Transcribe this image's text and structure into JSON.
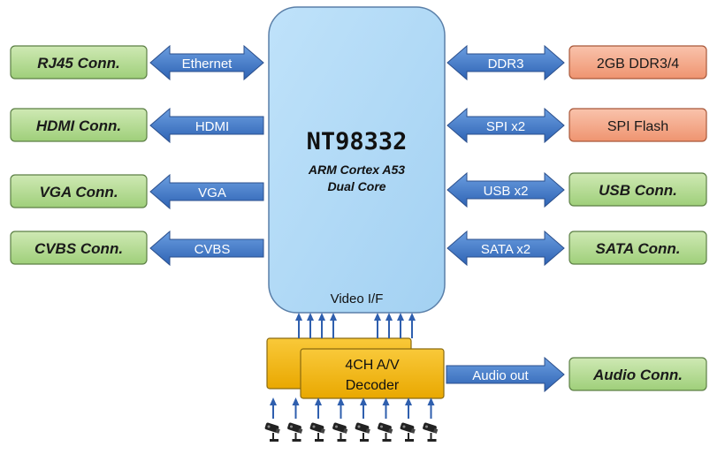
{
  "soc": {
    "name": "NT98332",
    "line1": "ARM Cortex A53",
    "line2": "Dual Core",
    "video_if": "Video I/F"
  },
  "left_connectors": [
    {
      "label": "RJ45 Conn.",
      "signal": "Ethernet",
      "direction": "bidirectional"
    },
    {
      "label": "HDMI Conn.",
      "signal": "HDMI",
      "direction": "left"
    },
    {
      "label": "VGA Conn.",
      "signal": "VGA",
      "direction": "left"
    },
    {
      "label": "CVBS Conn.",
      "signal": "CVBS",
      "direction": "left"
    }
  ],
  "right_blocks": [
    {
      "label": "2GB DDR3/4",
      "signal": "DDR3",
      "kind": "memory"
    },
    {
      "label": "SPI Flash",
      "signal": "SPI x2",
      "kind": "memory"
    },
    {
      "label": "USB Conn.",
      "signal": "USB x2",
      "kind": "connector"
    },
    {
      "label": "SATA Conn.",
      "signal": "SATA x2",
      "kind": "connector"
    }
  ],
  "decoder": {
    "line1": "4CH A/V",
    "line2": "Decoder",
    "audio_signal": "Audio out",
    "audio_target": "Audio Conn.",
    "camera_inputs": 8
  },
  "colors": {
    "soc_fill": "#aed8f5",
    "connector_fill": "#b6dc95",
    "memory_fill": "#f4a98c",
    "arrow_fill": "#3f78c8",
    "decoder_fill": "#f3b600"
  }
}
